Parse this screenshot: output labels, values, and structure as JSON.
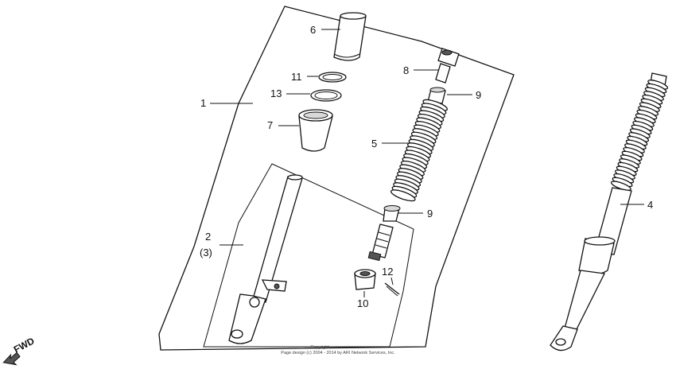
{
  "diagram": {
    "callouts": [
      {
        "id": "c1",
        "text": "1"
      },
      {
        "id": "c2",
        "text": "2"
      },
      {
        "id": "c3",
        "text": "(3)"
      },
      {
        "id": "c4",
        "text": "4"
      },
      {
        "id": "c5",
        "text": "5"
      },
      {
        "id": "c6",
        "text": "6"
      },
      {
        "id": "c7",
        "text": "7"
      },
      {
        "id": "c8",
        "text": "8"
      },
      {
        "id": "c9a",
        "text": "9"
      },
      {
        "id": "c9b",
        "text": "9"
      },
      {
        "id": "c10",
        "text": "10"
      },
      {
        "id": "c11",
        "text": "11"
      },
      {
        "id": "c12",
        "text": "12"
      },
      {
        "id": "c13",
        "text": "13"
      }
    ],
    "direction_label": "FWD",
    "copyright_line1": "Copyright",
    "copyright_line2": "Page design (c) 2004 - 2014 by ARI Network Services, Inc."
  }
}
